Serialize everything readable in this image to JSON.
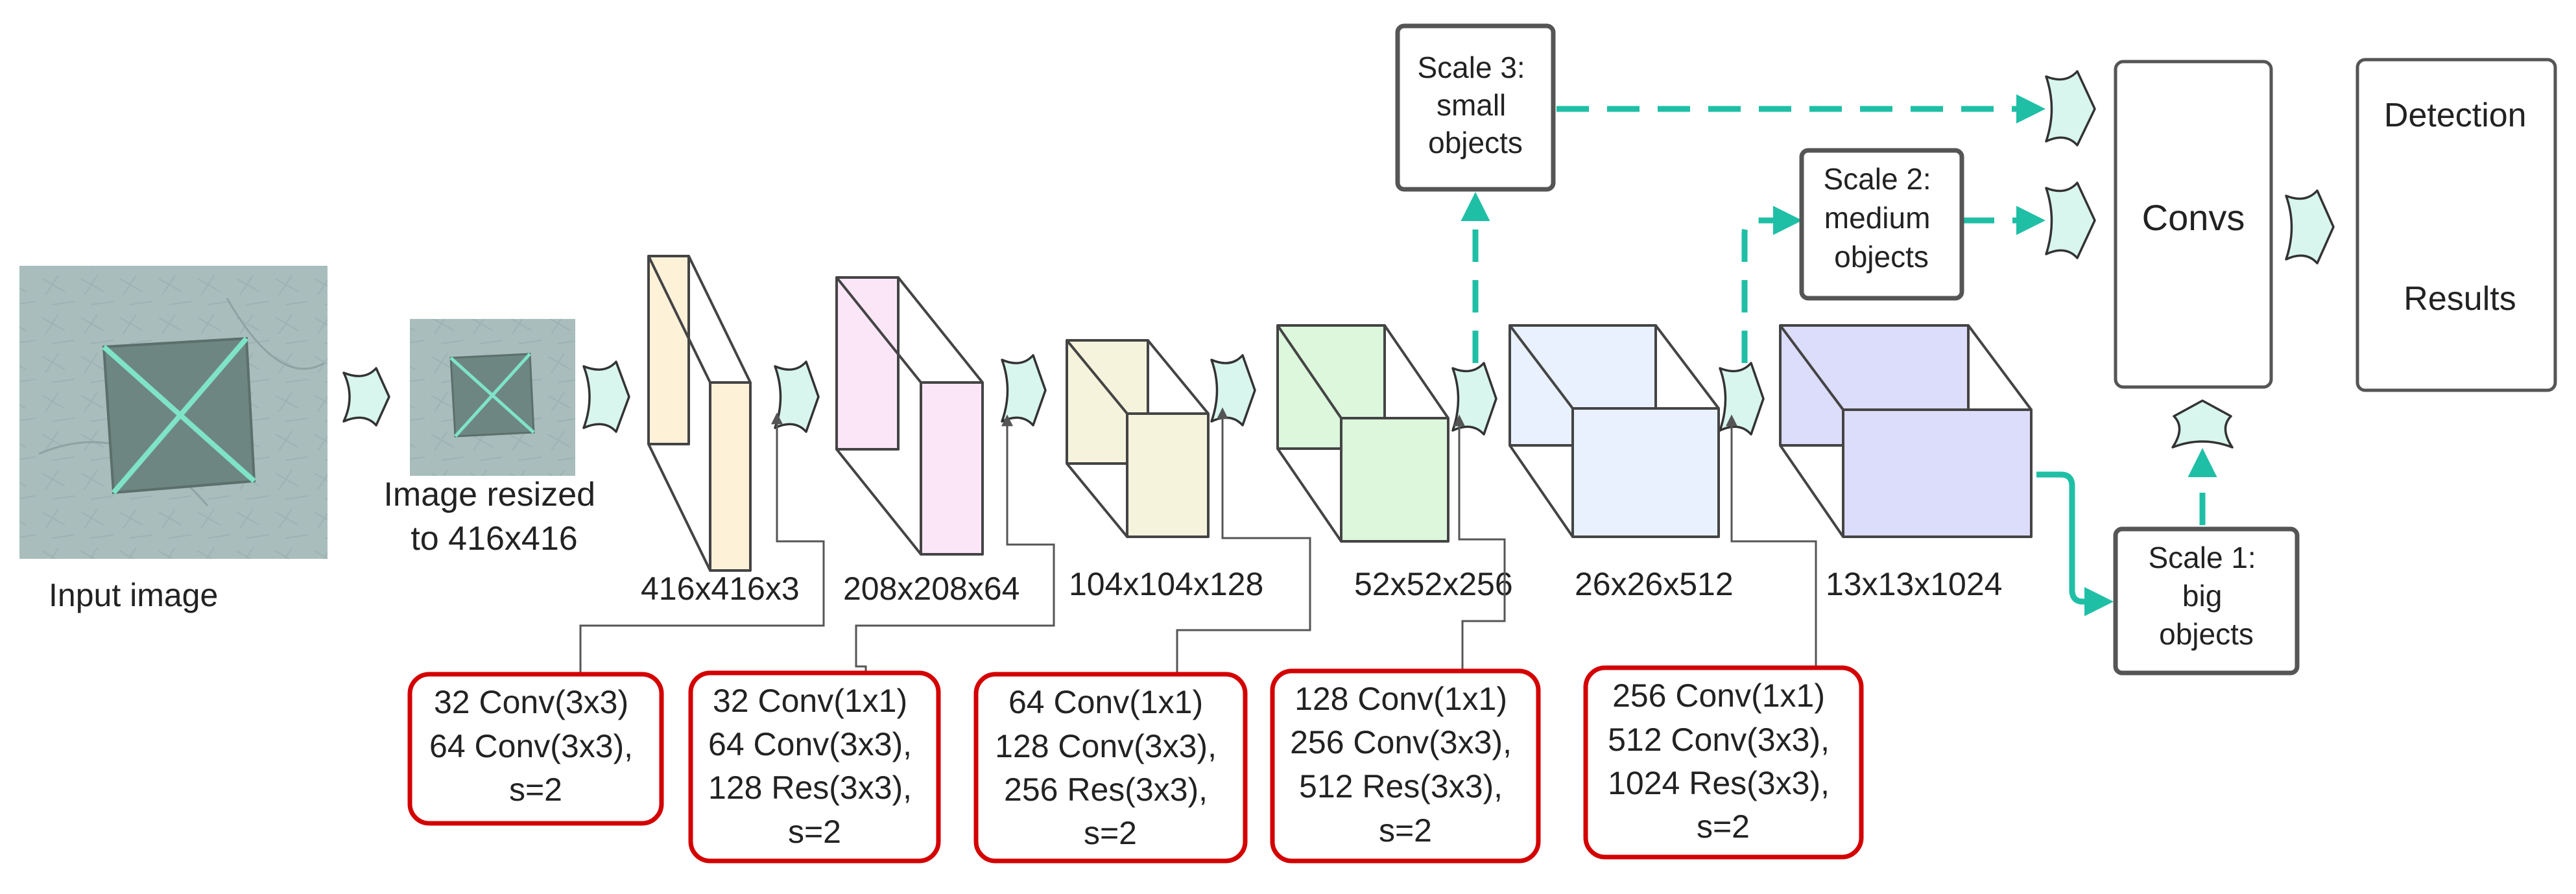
{
  "images": {
    "input_caption": "Input image",
    "resized_caption": [
      "Image resized",
      "to 416x416"
    ]
  },
  "tensors": [
    "416x416x3",
    "208x208x64",
    "104x104x128",
    "52x52x256",
    "26x26x512",
    "13x13x1024"
  ],
  "layer_boxes": [
    [
      "32 Conv(3x3)",
      "64 Conv(3x3),",
      "s=2"
    ],
    [
      "32 Conv(1x1)",
      "64 Conv(3x3),",
      "128 Res(3x3),",
      "s=2"
    ],
    [
      "64 Conv(1x1)",
      "128 Conv(3x3),",
      "256 Res(3x3),",
      "s=2"
    ],
    [
      "128 Conv(1x1)",
      "256 Conv(3x3),",
      "512 Res(3x3),",
      "s=2"
    ],
    [
      "256 Conv(1x1)",
      "512 Conv(3x3),",
      "1024 Res(3x3),",
      "s=2"
    ]
  ],
  "scales": {
    "scale3": [
      "Scale 3:",
      "small",
      "objects"
    ],
    "scale2": [
      "Scale 2:",
      "medium",
      "objects"
    ],
    "scale1": [
      "Scale 1:",
      "big",
      "objects"
    ]
  },
  "convs_label": "Convs",
  "results": [
    "Detection",
    "Results"
  ],
  "colors": {
    "teal": "#1fbfa6",
    "layer_border": "#d40000",
    "arrow_fill": "#d8f5ee",
    "block_fill": [
      "#fdf1d8",
      "#fbe6f7",
      "#f6f3dc",
      "#dcf7dc",
      "#e8f1fd",
      "#dcdcfb"
    ]
  }
}
